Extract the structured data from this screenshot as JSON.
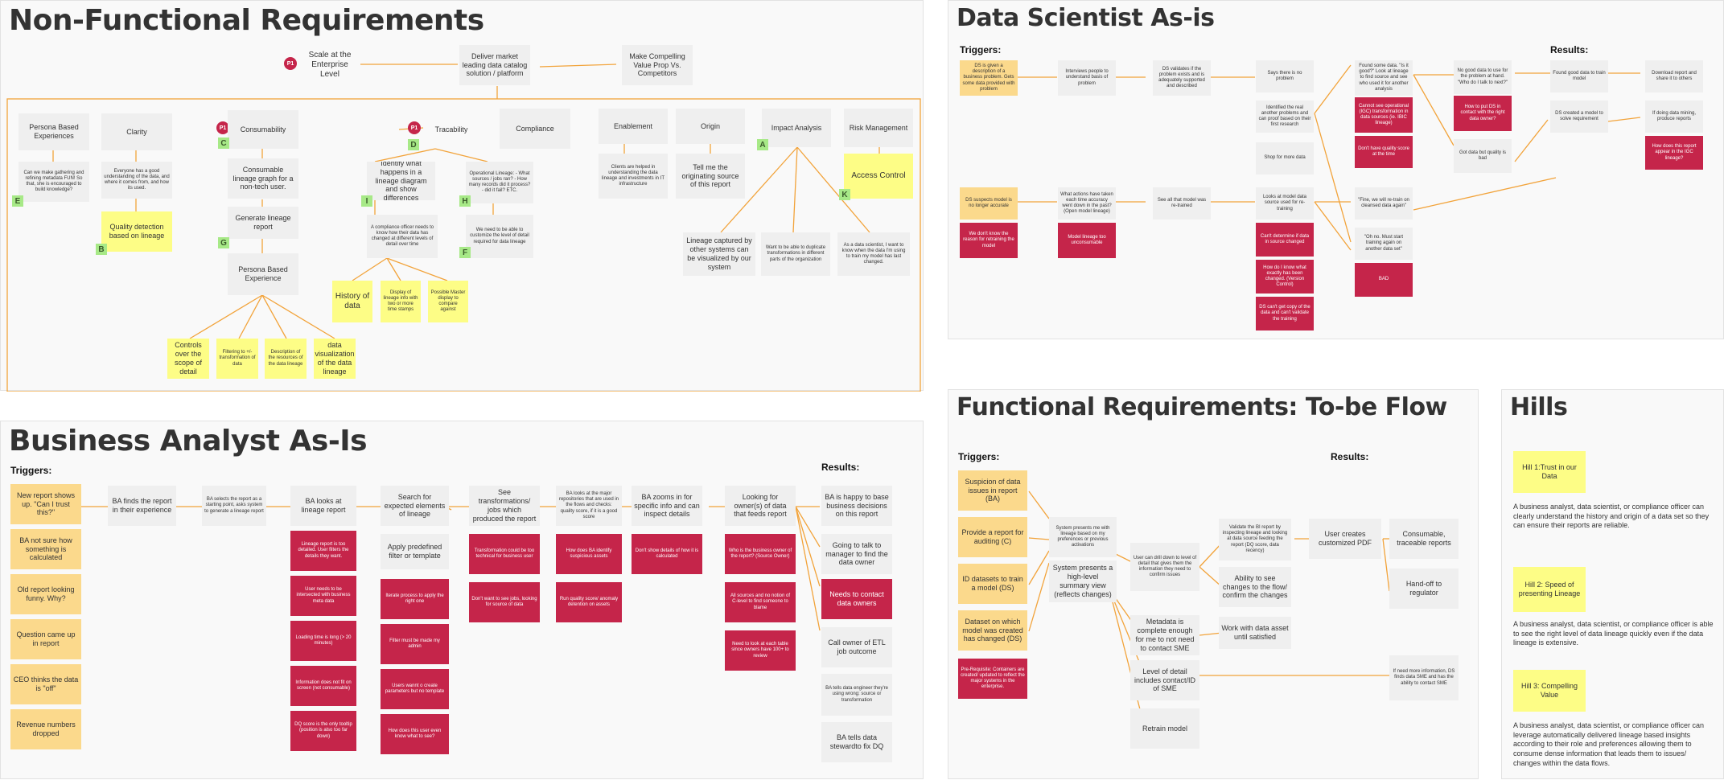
{
  "colors": {
    "connector": "#f2a33a",
    "red": "#c5254a",
    "yellow": "#fdfd86",
    "orange": "#fbd98c",
    "grey": "#efefef",
    "tag_green": "#a7e987"
  },
  "nfr": {
    "title": "Non-Functional Requirements",
    "top": {
      "p1": "P1",
      "scale": "Scale at the Enterprise Level",
      "deliver": "Deliver market leading data catalog solution / platform",
      "compelling": "Make Compelling Value Prop Vs. Competitors"
    },
    "persona": {
      "title": "Persona Based Experiences",
      "q": "Can we make gathering and refining metadata FUN! So that, she is encouraged to build knowledge?",
      "tag": "E"
    },
    "clarity": {
      "title": "Clarity",
      "desc": "Everyone has a good understanding of the data, and where it comes from, and how its used.",
      "quality": "Quality detection based on lineage",
      "tag": "B"
    },
    "consumability": {
      "p1": "P1",
      "title": "Consumability",
      "tag": "C",
      "graph": "Consumable lineage graph for a non-tech user.",
      "generate": "Generate lineage report",
      "tag2": "G",
      "persona": "Persona Based Experience",
      "leaves": [
        "Controls over the scope of detail",
        "Filtering to +/- transformation of data",
        "Description of the resources of the data lineage",
        "data visualization of the data lineage"
      ]
    },
    "traceability": {
      "p1": "P1",
      "title": "Tracability",
      "tag": "D",
      "identify": "Identify what happens in a lineage diagram and show differences",
      "tag_i": "I",
      "operational": "Operational Lineage: - What sources / jobs ran? - How many records did it process? - did it fail? ETC.",
      "tag_h": "H",
      "compliance_officer": "A compliance officer needs to know how their data has changed at different levels of detail over time",
      "customize": "We need to be able to customize the level of detail required for data lineage",
      "tag_f": "F",
      "leaves": [
        "History of data",
        "Display of lineage info with two or more time stamps",
        "Possible Master display to compare against"
      ]
    },
    "compliance": {
      "title": "Compliance"
    },
    "enablement": {
      "title": "Enablement",
      "desc": "Clients are helped in understanding the data lineage and investments in IT infrastructure"
    },
    "origin": {
      "title": "Origin",
      "desc": "Tell me the originating source of this report"
    },
    "impact": {
      "title": "Impact Analysis",
      "tag": "A",
      "leaves": [
        "Lineage captured by other systems can be visualized by our system",
        "Want to be able to duplicate transformations in different parts of the organization",
        "As a data scientist, I want to know when the data I'm using to train my model has last changed."
      ]
    },
    "risk": {
      "title": "Risk Management",
      "access": "Access Control",
      "tag": "K"
    }
  },
  "ds": {
    "title": "Data Scientist As-is",
    "triggers": "Triggers:",
    "results": "Results:",
    "t1": "DS is given a description of a business problem. Gets some data provided with problem",
    "interviews": "Interviews people to understand basis of problem",
    "validates": "DS validates if the problem exists and is adequately supported and described",
    "says_no": "Says there is no problem",
    "identified": "Identified the real another problems and can proof based on their first research",
    "shop": "Shop for more data",
    "found_some": "Found some data. \"Is it good?\" Look at lineage to find source and see who used it for another analysis",
    "cannot_see": "Cannot see operational (IGC) transformation in data sources (ie. IBIC lineage)",
    "dont_have": "Don't have quality score at the time",
    "no_good": "No good data to use for the problem at hand. \"Who do I talk to next?\"",
    "how_to_put": "How to put DS in contact with the right data owner?",
    "got_data": "Got data but quality is bad",
    "found_good": "Found good data to train model",
    "ds_created": "DS created a model to solve requirement",
    "download": "Download report and share it to others",
    "if_mining": "If doing data mining, produce reports",
    "how_appear": "How does this report appear in the IGC lineage?",
    "t2": "DS suspects model is no longer accurate",
    "dont_know": "We don't know the reason for retraining the model",
    "what_actions": "What actions have taken each time accuracy went down in the past? (Open model lineage)",
    "too_unconsumable": "Model lineage too unconsumable",
    "see_all": "See all that model was re-trained",
    "looks_at": "Looks at model data source used for re-training",
    "cant_determine": "Can't determine if data in source changed",
    "how_know": "How do I know what exactly has been changed. (Version Control)",
    "cant_get": "DS can't get copy of the data and can't validate the training",
    "fine": "\"Fine, we will re-train on cleansed data again\"",
    "oh_no": "\"Oh no. Must start training again on another data set\"",
    "bad": "BAD"
  },
  "ba": {
    "title": "Business Analyst As-Is",
    "triggers": "Triggers:",
    "results": "Results:",
    "triggers_list": [
      "New report shows up. \"Can I trust this?\"",
      "BA not sure how something is calculated",
      "Old report looking funny. Why?",
      "Question came up in report",
      "CEO thinks the data is \"off\"",
      "Revenue numbers dropped"
    ],
    "finds": "BA finds the report in their experience",
    "selects": "BA selects the report as a starting point, asks system to generate a lineage report",
    "looks": "BA looks at lineage report",
    "looks_pains": [
      "Lineage report is too detailed. User filters the details they want.",
      "User needs to be intersected with business meta data",
      "Loading time is long (> 20 minutes)",
      "Information does not fit on screen (not consumable)",
      "DQ score is the only tooltip (position is also too far down)"
    ],
    "search": "Search for expected elements of lineage",
    "apply": "Apply predefined filter or template",
    "search_pains": [
      "Iterate process to apply the right one",
      "Filter must be made my admin",
      "Users wannt o create parameters but no template",
      "How does this user even know what to see?"
    ],
    "see_trans": "See transformations/ jobs which produced the report",
    "trans_pains": [
      "Transformation could be too technical for business user",
      "Don't want to see jobs, looking for source of data"
    ],
    "major": "BA looks at the major repositories that are used in the flows and checks: quality score, if it is a good score",
    "major_pains": [
      "How does BA identify suspicious assets",
      "Run quality score/ anomaly detention on assets"
    ],
    "zooms": "BA zooms in for specific info and can inspect details",
    "zooms_pain": "Don't show details of how it is calculated",
    "owners": "Looking for owner(s) of data that feeds report",
    "owner_pains": [
      "Who is the business owner of the report? (Source Owner)",
      "All sources and no notion of C-level to find someone to blame",
      "Need to look at each table since owners have 100+ to review"
    ],
    "results_list": [
      "BA is happy to base business decisions on this report",
      "Going to talk to manager to find the data owner",
      "Needs to contact data owners",
      "Call owner of ETL job outcome",
      "BA tells data engineer they're using wrong: source or transformation",
      "BA tells data stewardto fix DQ"
    ]
  },
  "fr": {
    "title": "Functional Requirements: To-be Flow",
    "triggers": "Triggers:",
    "results": "Results:",
    "triggers_list": [
      "Suspicion of data issues in report (BA)",
      "Provide a report for auditing (C)",
      "ID datasets to train a model (DS)",
      "Dataset on which model was created has changed (DS)"
    ],
    "prereq": "Pre-Requisite: Containers are created/ updated to reflect the major systems in the enterprise.",
    "presents_pref": "System presents me with lineage based on my preferences or previous activations",
    "presents_summary": "System presents a high-level summary view (reflects changes)",
    "drill": "User can drill down to level of detail that gives them the information they need to confirm issues",
    "metadata": "Metadata is complete enough for me to not need to contact SME",
    "level": "Level of detail includes contact/ID of SME",
    "retrain": "Retrain model",
    "validate": "Validate the BI report by inspecting lineage and looking at data source feeding the report (DQ score, data recency)",
    "ability": "Ability to see changes to the flow/ confirm the changes",
    "work_with": "Work with data asset until satisfied",
    "user_creates": "User creates customized PDF",
    "consumable": "Consumable, traceable reports",
    "handoff": "Hand-off to regulator",
    "if_need": "If need more information, DS finds data SME and has the ability to contact SME"
  },
  "hills": {
    "title": "Hills",
    "items": [
      {
        "label": "Hill 1:Trust in our Data",
        "desc": "A business analyst, data scientist, or compliance officer can clearly understand the history and origin of a data set so they can ensure their reports are reliable."
      },
      {
        "label": "Hill 2: Speed of presenting Lineage",
        "desc": "A business analyst, data scientist, or compliance officer is able to see the right level of data lineage quickly even if the data lineage is extensive."
      },
      {
        "label": "Hill 3: Compelling Value",
        "desc": "A business analyst, data scientist, or compliance officer can leverage automatically delivered lineage based insights according to their role and preferences allowing them to consume dense information that leads them to issues/ changes within the data flows."
      }
    ]
  }
}
